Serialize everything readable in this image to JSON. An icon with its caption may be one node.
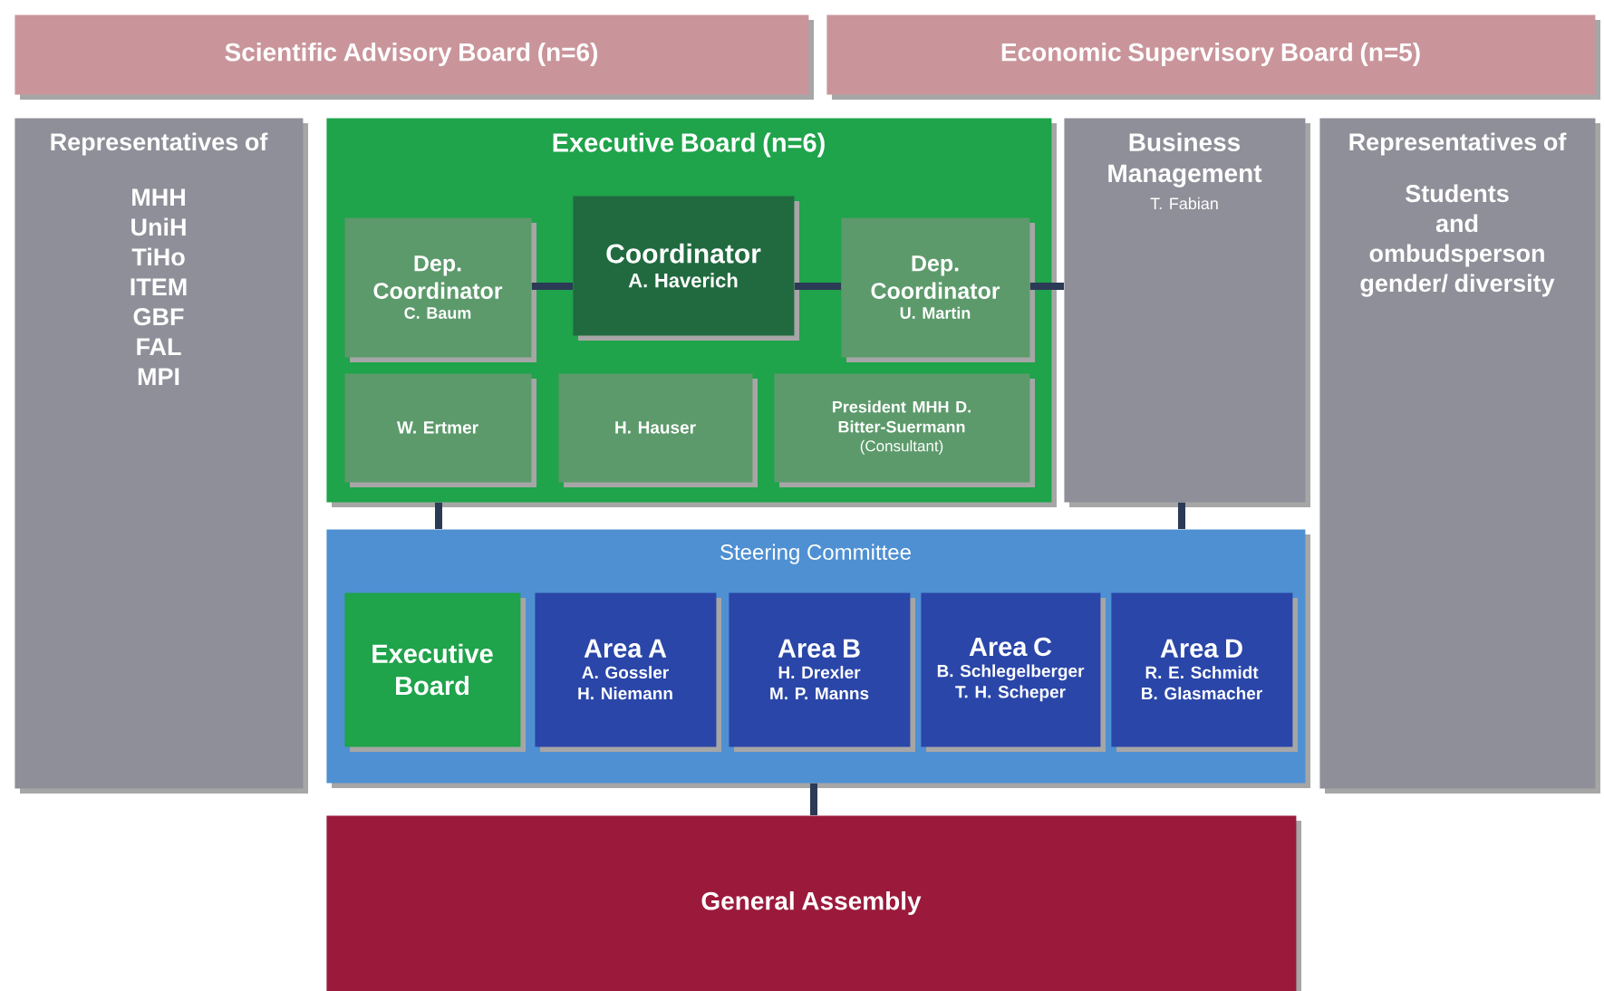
{
  "diagram": {
    "nodes": [
      {
        "text": [
          "Scientific Advisory Board (n=6)"
        ]
      },
      {
        "text": [
          "Economic Supervisory Board (n=5)"
        ]
      },
      {
        "text": [
          "Representatives of",
          "MHH",
          "UniH",
          "TiHo",
          "ITEM",
          "GBF",
          "FAL",
          "MPI"
        ]
      },
      {
        "text": [
          "Executive Board (n=6)"
        ]
      },
      {
        "text": [
          "Dep. Coordinator",
          "C. Baum"
        ],
        "in": 3
      },
      {
        "text": [
          "Coordinator",
          "A. Haverich"
        ],
        "in": 3
      },
      {
        "text": [
          "Dep. Coordinator",
          "U. Martin"
        ],
        "in": 3
      },
      {
        "text": [
          "W. Ertmer"
        ],
        "in": 3
      },
      {
        "text": [
          "H. Hauser"
        ],
        "in": 3
      },
      {
        "text": [
          "President MHH D. Bitter-Suermann",
          "(Consultant)"
        ],
        "in": 3
      },
      {
        "text": [
          "Business Management",
          "T. Fabian"
        ]
      },
      {
        "text": [
          "Representatives of",
          "Students",
          "and",
          "ombudsperson",
          "gender/ diversity"
        ]
      },
      {
        "text": [
          "Steering Committee"
        ]
      },
      {
        "text": [
          "Executive Board"
        ],
        "in": 12
      },
      {
        "text": [
          "Area A",
          "A. Gossler H. Niemann"
        ],
        "in": 12
      },
      {
        "text": [
          "Area B",
          "H. Drexler M. P. Manns"
        ],
        "in": 12
      },
      {
        "text": [
          "Area C",
          "B. Schlegelberger T. H. Scheper"
        ],
        "in": 12
      },
      {
        "text": [
          "Area D",
          "R. E. Schmidt B. Glasmacher"
        ],
        "in": 12
      },
      {
        "text": [
          "General Assembly"
        ]
      }
    ],
    "edges": [
      {
        "from": 4,
        "to": 5,
        "arrow": "none"
      },
      {
        "from": 5,
        "to": 6,
        "arrow": "none"
      },
      {
        "from": 6,
        "to": 10,
        "arrow": "none"
      },
      {
        "from": 3,
        "to": 12,
        "arrow": "none"
      },
      {
        "from": 10,
        "to": 12,
        "arrow": "none"
      },
      {
        "from": 12,
        "to": 18,
        "arrow": "none"
      }
    ]
  }
}
